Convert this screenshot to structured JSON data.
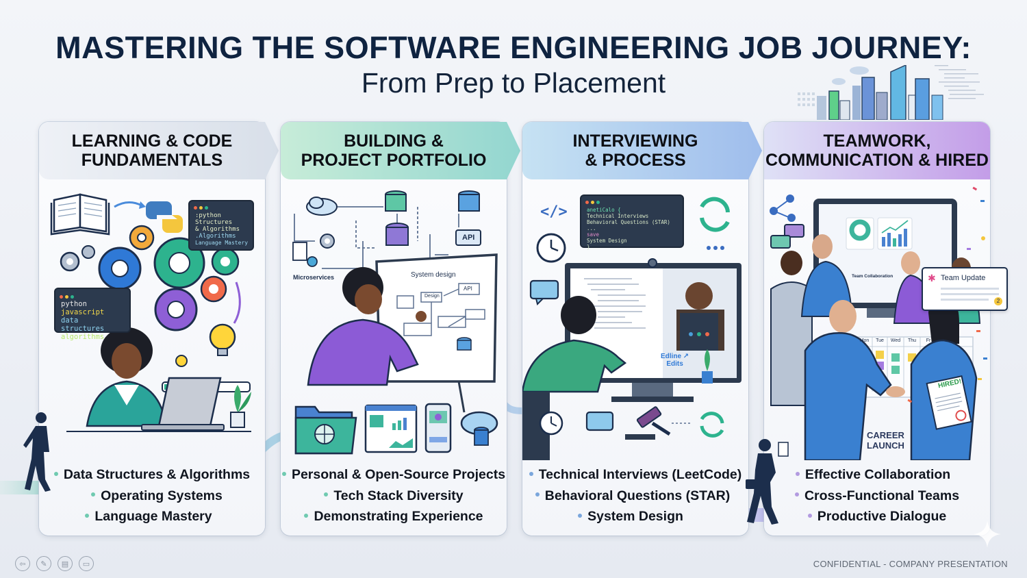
{
  "header": {
    "title": "MASTERING THE SOFTWARE ENGINEERING JOB JOURNEY:",
    "subtitle": "From Prep to Placement"
  },
  "stages": [
    {
      "title_line1": "LEARNING & CODE",
      "title_line2": "FUNDAMENTALS",
      "accent": "#5fc4a8",
      "bullets": [
        "Data Structures & Algorithms",
        "Operating Systems",
        "Language Mastery"
      ],
      "code_top": [
        ":python",
        "  Structures",
        "   & Algorithms",
        " .Algorithms",
        "  Language Mastery"
      ],
      "code_left": [
        "python",
        "javascript",
        "data structures",
        "algorithms"
      ],
      "icons": [
        "open-book-icon",
        "python-logo-icon",
        "gear-icon",
        "lightbulb-icon",
        "laptop-icon",
        "progress-bar-icon"
      ]
    },
    {
      "title_line1": "BUILDING &",
      "title_line2": "PROJECT PORTFOLIO",
      "accent": "#5fc4a8",
      "bullets": [
        "Personal & Open-Source Projects",
        "Tech Stack Diversity",
        "Demonstrating Experience"
      ],
      "diagram_labels": {
        "microservices": "Microservices",
        "api": "API",
        "system_design": "System design",
        "design": "Design",
        "api_small": "API"
      },
      "icons": [
        "cloud-icon",
        "database-icon",
        "folder-globe-icon",
        "dashboard-icon",
        "mobile-app-icon",
        "cloud-database-icon"
      ]
    },
    {
      "title_line1": "INTERVIEWING",
      "title_line2": "& PROCESS",
      "accent": "#6b9fd6",
      "bullets": [
        "Technical Interviews (LeetCode)",
        "Behavioral Questions (STAR)",
        "System Design"
      ],
      "code_lines": [
        "anetiCalo {",
        "  Technical Interviews",
        "    Behavioral Questions (STAR)",
        "  ...",
        "  save",
        "    System Design",
        "}"
      ],
      "edit_label_1": "Edline",
      "edit_label_2": "Edits",
      "icons": [
        "code-brackets-icon",
        "clock-icon",
        "chat-bubble-icon",
        "refresh-icon",
        "video-call-icon",
        "gavel-icon"
      ]
    },
    {
      "title_line1": "TEAMWORK,",
      "title_line2": "COMMUNICATION & HIRED",
      "accent": "#a98ad9",
      "bullets": [
        "Effective Collaboration",
        "Cross-Functional Teams",
        "Productive Dialogue"
      ],
      "dashboard_title": "Team Collaboration",
      "notification_title": "Team Update",
      "notification_badge": "2",
      "calendar_days": [
        "Mon",
        "Tue",
        "Wed",
        "Thu",
        "Fr"
      ],
      "hired_label": "HIRED!",
      "career_launch_line1": "CAREER",
      "career_launch_line2": "LAUNCH",
      "icons": [
        "network-icon",
        "chat-icon",
        "handshake-icon",
        "confetti-icon"
      ]
    }
  ],
  "footer": {
    "confidential": "CONFIDENTIAL - COMPANY PRESENTATION",
    "icons": [
      "back-icon",
      "pen-icon",
      "slides-icon",
      "caption-icon"
    ]
  },
  "colors": {
    "title": "#0f2340",
    "stage1_header": "#dbe2ec",
    "stage2_header": "#a6dcd2",
    "stage3_header": "#aac6ee",
    "stage4_header": "#c9a5ea"
  }
}
